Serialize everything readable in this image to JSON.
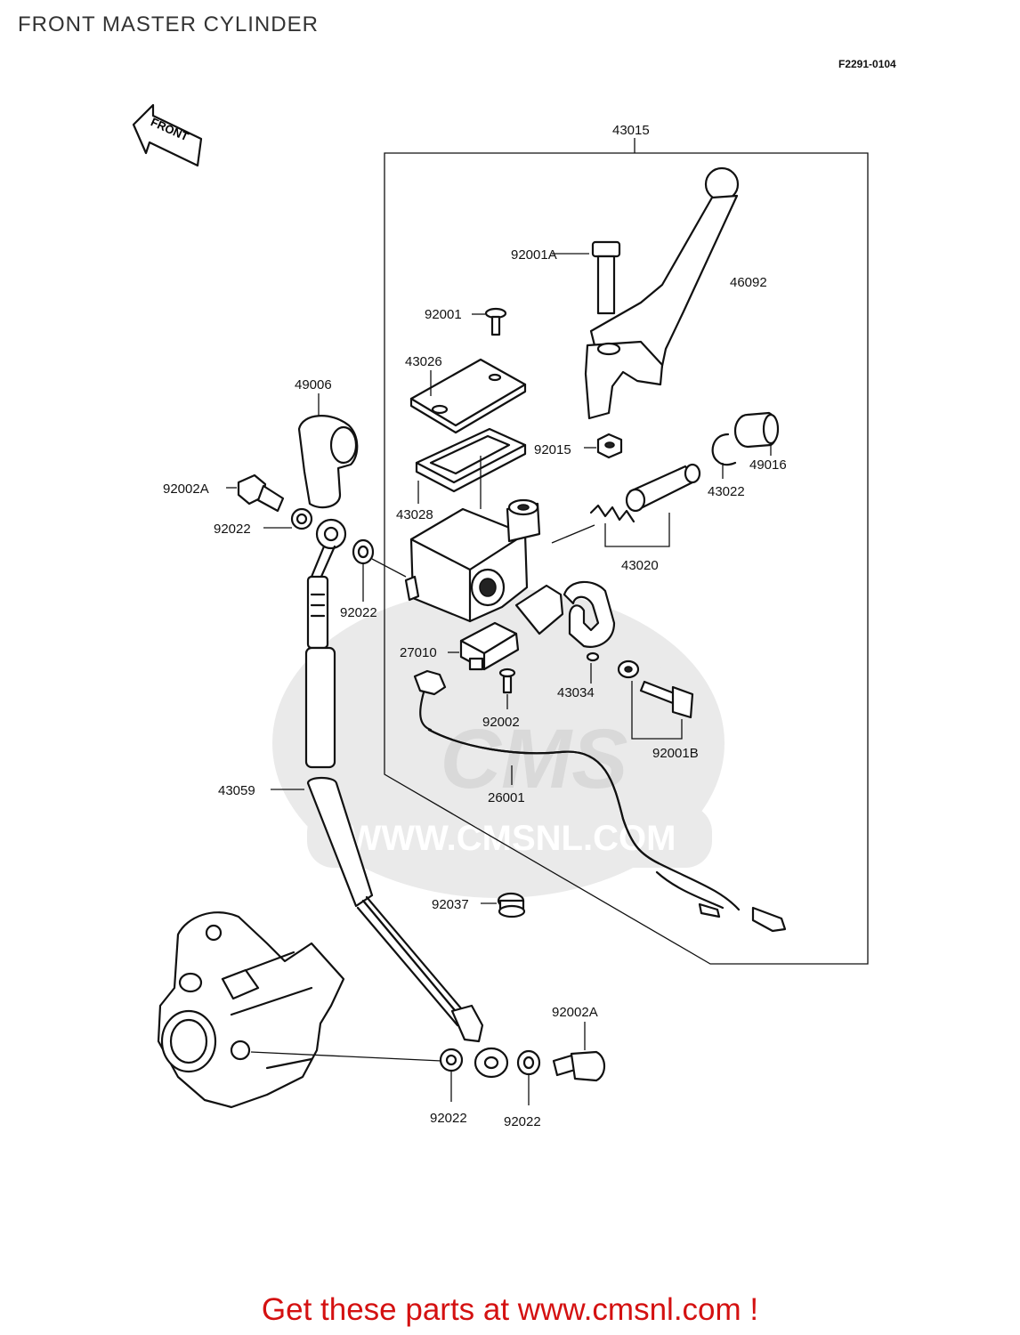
{
  "title": "FRONT MASTER CYLINDER",
  "diagram_code": "F2291-0104",
  "front_arrow_label": "FRONT",
  "watermark": {
    "brand": "CMS",
    "url": "WWW.CMSNL.COM"
  },
  "footer": "Get these parts at www.cmsnl.com !",
  "parts": [
    {
      "id": "p43015",
      "label": "43015"
    },
    {
      "id": "p92001A",
      "label": "92001A"
    },
    {
      "id": "p46092",
      "label": "46092"
    },
    {
      "id": "p92001",
      "label": "92001"
    },
    {
      "id": "p43026",
      "label": "43026"
    },
    {
      "id": "p49006",
      "label": "49006"
    },
    {
      "id": "p92015",
      "label": "92015"
    },
    {
      "id": "p49016",
      "label": "49016"
    },
    {
      "id": "p92002A_top",
      "label": "92002A"
    },
    {
      "id": "p43022",
      "label": "43022"
    },
    {
      "id": "p43028",
      "label": "43028"
    },
    {
      "id": "p92022_a",
      "label": "92022"
    },
    {
      "id": "p43020",
      "label": "43020"
    },
    {
      "id": "p92022_b",
      "label": "92022"
    },
    {
      "id": "p27010",
      "label": "27010"
    },
    {
      "id": "p43034",
      "label": "43034"
    },
    {
      "id": "p92002",
      "label": "92002"
    },
    {
      "id": "p92001B",
      "label": "92001B"
    },
    {
      "id": "p43059",
      "label": "43059"
    },
    {
      "id": "p26001",
      "label": "26001"
    },
    {
      "id": "p92037",
      "label": "92037"
    },
    {
      "id": "p92002A_bot",
      "label": "92002A"
    },
    {
      "id": "p92022_c",
      "label": "92022"
    },
    {
      "id": "p92022_d",
      "label": "92022"
    }
  ]
}
